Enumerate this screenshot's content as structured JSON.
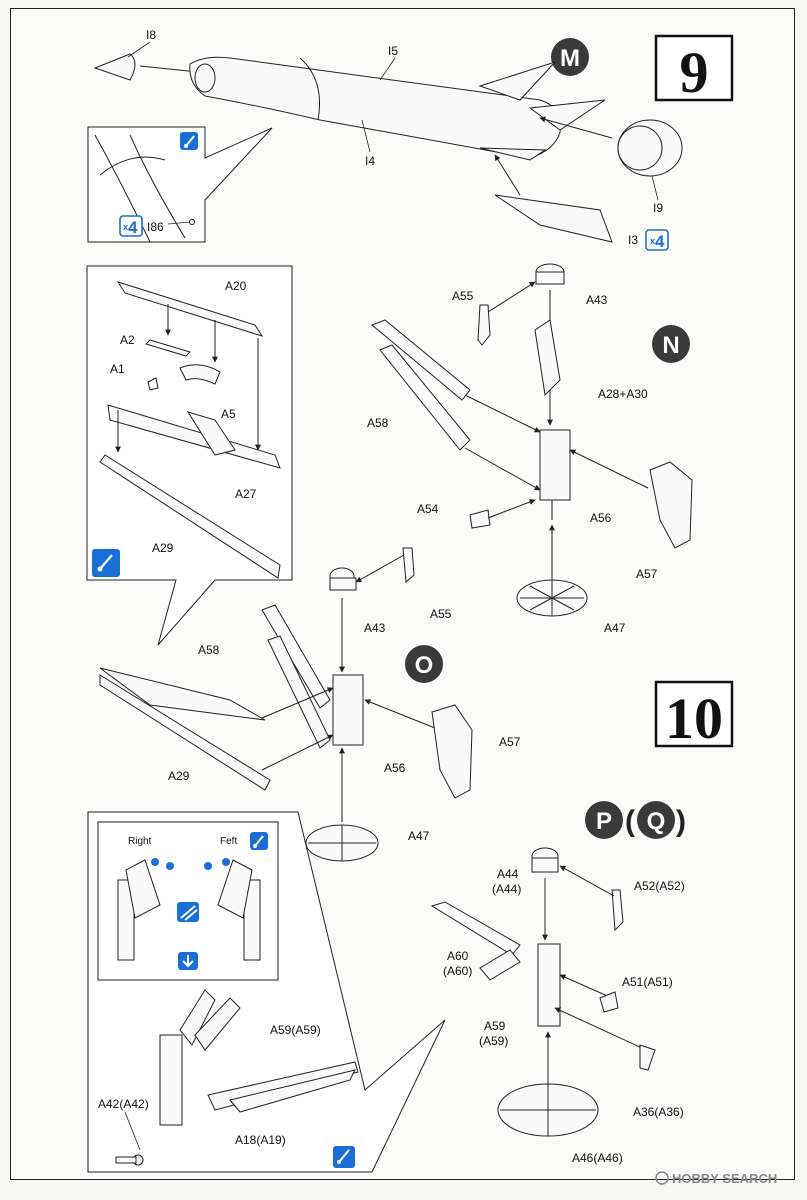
{
  "steps": {
    "step9": "9",
    "step10": "10"
  },
  "sub_steps": {
    "m": "M",
    "n": "N",
    "o": "O",
    "p": "P",
    "q": "Q"
  },
  "parts": {
    "i8": "I8",
    "i5": "I5",
    "i4": "I4",
    "i9": "I9",
    "i3": "I3",
    "i86": "I86",
    "a20": "A20",
    "a2": "A2",
    "a1": "A1",
    "a5": "A5",
    "a27": "A27",
    "a29": "A29",
    "a55": "A55",
    "a43": "A43",
    "a28a30": "A28+A30",
    "a58": "A58",
    "a54": "A54",
    "a56": "A56",
    "a57": "A57",
    "a47": "A47",
    "o_a55": "A55",
    "o_a43": "A43",
    "o_a58": "A58",
    "o_a57": "A57",
    "o_a56": "A56",
    "o_a29": "A29",
    "o_a47": "A47",
    "a44": "A44",
    "a44p": "(A44)",
    "a52": "A52(A52)",
    "a60": "A60",
    "a60p": "(A60)",
    "a51": "A51(A51)",
    "a59": "A59",
    "a59p": "(A59)",
    "a36": "A36(A36)",
    "a46": "A46(A46)",
    "inset_a59": "A59(A59)",
    "a42": "A42(A42)",
    "a18": "A18(A19)"
  },
  "badges": {
    "x": "x",
    "qty4a": "4",
    "qty4b": "4"
  },
  "inset_labels": {
    "right": "Right",
    "left": "Feft"
  },
  "icons": [
    "glue-icon",
    "cement-icon",
    "pull-down-icon",
    "quantity-badge"
  ],
  "watermark": "HOBBY SEARCH",
  "colors": {
    "accent": "#1a6fd6",
    "circle": "#3a3a3a",
    "line": "#222222"
  }
}
